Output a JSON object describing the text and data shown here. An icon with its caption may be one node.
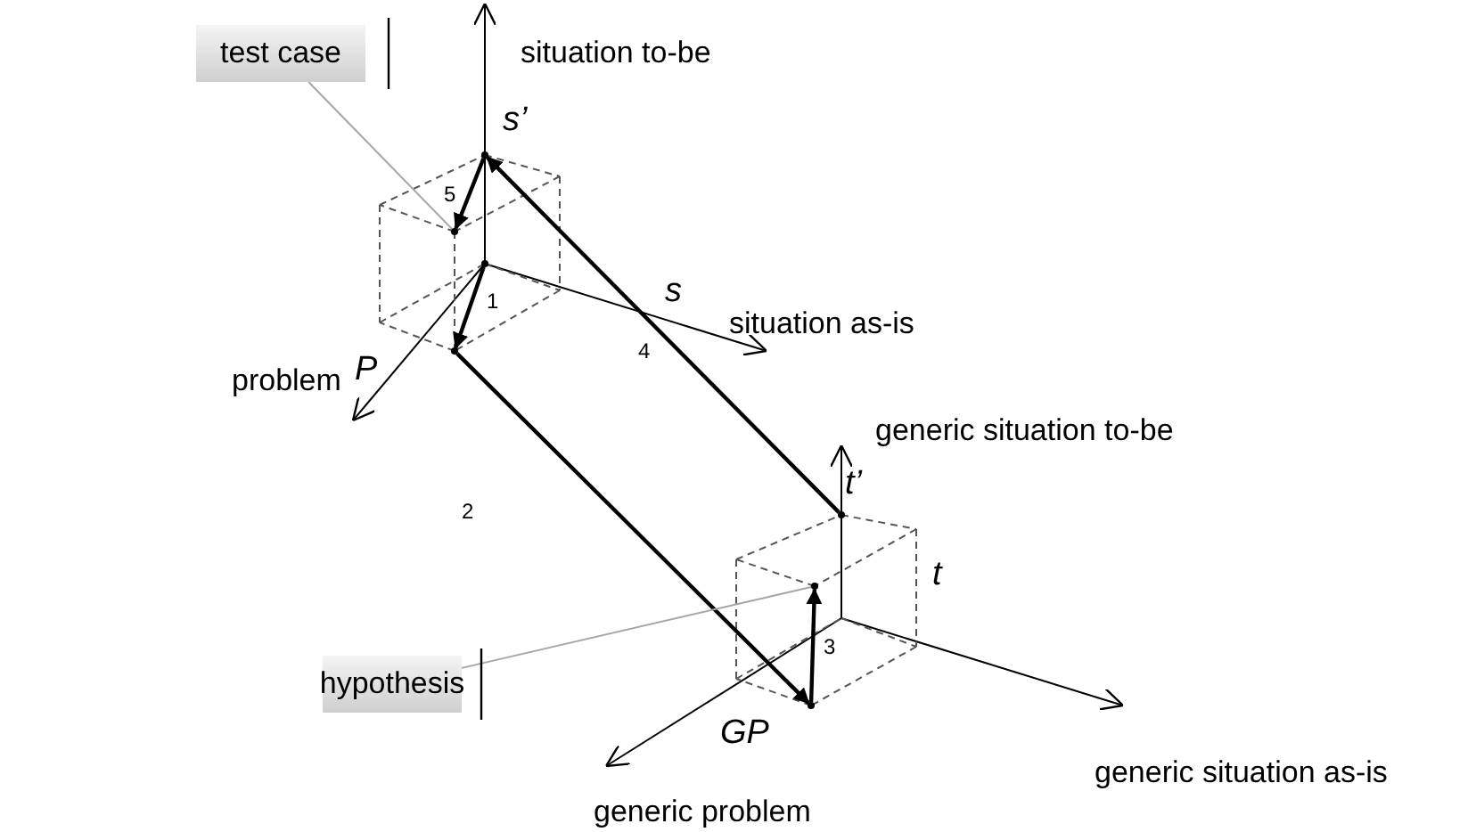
{
  "diagram": {
    "nodes": [
      {
        "text": [
          "test case"
        ]
      },
      {
        "text": [
          "hypothesis"
        ]
      },
      {
        "text": [],
        "shape": "point",
        "beside": [
          "s’"
        ]
      },
      {
        "text": [],
        "shape": "point"
      },
      {
        "text": [],
        "shape": "point"
      },
      {
        "text": [],
        "shape": "point",
        "beside": [
          "P"
        ]
      },
      {
        "text": [],
        "shape": "point",
        "beside": [
          "GP"
        ]
      },
      {
        "text": [],
        "shape": "point"
      },
      {
        "text": [],
        "shape": "point",
        "beside": [
          "t’"
        ]
      }
    ],
    "edges": [
      {
        "from": 4,
        "to": 5,
        "arrow": "to",
        "label": "1"
      },
      {
        "from": 5,
        "to": 6,
        "arrow": "to",
        "label": "2"
      },
      {
        "from": 6,
        "to": 7,
        "arrow": "to",
        "label": "3"
      },
      {
        "from": 8,
        "to": 2,
        "arrow": "to",
        "label": "4"
      },
      {
        "from": 2,
        "to": 3,
        "arrow": "to",
        "label": "5"
      },
      {
        "from": 0,
        "to": 3,
        "arrow": "none",
        "color": "#a6a6a6"
      },
      {
        "from": 1,
        "to": 7,
        "arrow": "none",
        "color": "#a6a6a6"
      }
    ],
    "labels": [
      "situation to-be",
      "situation as-is",
      "s",
      "problem",
      "generic situation to-be",
      "t",
      "generic situation as-is",
      "generic problem"
    ]
  }
}
